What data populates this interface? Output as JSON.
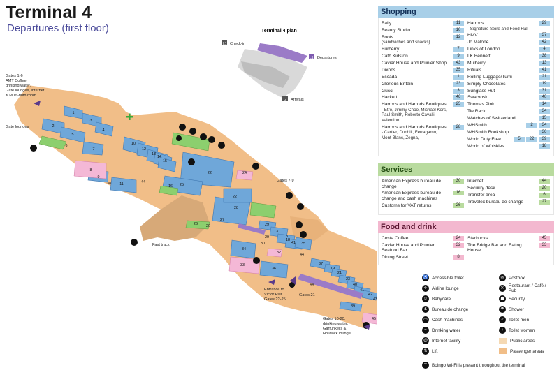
{
  "title": "Terminal 4",
  "subtitle": "Departures (first floor)",
  "plan": {
    "title": "Terminal 4 plan",
    "checkin": "Check-in",
    "departures": "Departures",
    "arrivals": "Arrivals",
    "l1": "L1",
    "l2": "L1",
    "g": "G"
  },
  "labels": {
    "gates16": "Gates 1-6\nAMT Coffee,\ndrinking water,\nGate lounges, Internet\n& Multi-faith room",
    "gatelounges": "Gate lounges",
    "gates79": "Gates 7-9",
    "fasttrack": "Fast track",
    "entrance": "Entrance to\nVictor Pier\nGates 22-25",
    "gates21": "Gates 21",
    "gates1020": "Gates 10-20,\ndrinking water,\nGarfunkel's &\nHolidack lounge"
  },
  "shopping": {
    "title": "Shopping",
    "left": [
      {
        "name": "Bally",
        "badges": [
          "11"
        ]
      },
      {
        "name": "Beauty Studio",
        "badges": [
          "10"
        ]
      },
      {
        "name": "Boots",
        "sub": "(sandwiches and snacks)",
        "badges": [
          "12"
        ]
      },
      {
        "name": "Burberry",
        "badges": [
          "7"
        ]
      },
      {
        "name": "Cath Kidston",
        "badges": [
          "9"
        ]
      },
      {
        "name": "Caviar House and Prunier Shop",
        "badges": [
          "43"
        ]
      },
      {
        "name": "Dixons",
        "badges": [
          "35"
        ]
      },
      {
        "name": "Escada",
        "badges": [
          "1"
        ]
      },
      {
        "name": "Glorious Britain",
        "badges": [
          "23"
        ]
      },
      {
        "name": "Gucci",
        "badges": [
          "3"
        ]
      },
      {
        "name": "Hackett",
        "badges": [
          "46"
        ]
      },
      {
        "name": "Harrods and Harrods Boutiques",
        "sub": "- Etro, Jimmy Choo, Michael Kors, Paul Smith, Roberto Cavalli, Valentino",
        "badges": [
          "25"
        ]
      },
      {
        "name": "Harrods and Harrods Boutiques",
        "sub": "- Cartier, Dunhill, Ferragamo, Mont Blanc, Zegna,",
        "badges": [
          "28"
        ]
      }
    ],
    "right": [
      {
        "name": "Harrods",
        "sub": "- Signature Store and Food Hall",
        "badges": [
          "29"
        ]
      },
      {
        "name": "HMV",
        "badges": [
          "37"
        ]
      },
      {
        "name": "Jo Malone",
        "badges": [
          "42"
        ]
      },
      {
        "name": "Links of London",
        "badges": [
          "4"
        ]
      },
      {
        "name": "LK Bennett",
        "badges": [
          "38"
        ]
      },
      {
        "name": "Mulberry",
        "badges": [
          "13"
        ]
      },
      {
        "name": "Rituals",
        "badges": [
          "41"
        ]
      },
      {
        "name": "Rolling Luggage/Tumi",
        "badges": [
          "21"
        ]
      },
      {
        "name": "Simply Chocolates",
        "badges": [
          "19"
        ]
      },
      {
        "name": "Sunglass Hut",
        "badges": [
          "31"
        ]
      },
      {
        "name": "Swarvoski",
        "badges": [
          "40"
        ]
      },
      {
        "name": "Thomas Pink",
        "badges": [
          "14"
        ]
      },
      {
        "name": "Tie Rack",
        "badges": [
          "34"
        ]
      },
      {
        "name": "Watches of Switzerland",
        "badges": [
          "15"
        ]
      },
      {
        "name": "WHSmith",
        "badges": [
          "2",
          "34"
        ]
      },
      {
        "name": "WHSmith Bookshop",
        "badges": [
          "36"
        ]
      },
      {
        "name": "World Duty Free",
        "badges": [
          "5",
          "22",
          "39"
        ]
      },
      {
        "name": "World of Whiskies",
        "badges": [
          "18"
        ]
      }
    ]
  },
  "services": {
    "title": "Services",
    "left": [
      {
        "name": "American Express bureau de change",
        "badges": [
          "30"
        ]
      },
      {
        "name": "American Express bureau de change and cash machines",
        "badges": [
          "16"
        ]
      },
      {
        "name": "Customs for VAT returns",
        "badges": [
          "26"
        ]
      }
    ],
    "right": [
      {
        "name": "Internet",
        "badges": [
          "44"
        ]
      },
      {
        "name": "Security desk",
        "badges": [
          "20"
        ]
      },
      {
        "name": "Transfer area",
        "badges": [
          "6"
        ]
      },
      {
        "name": "Travelex bureau de change",
        "badges": [
          "27"
        ]
      }
    ]
  },
  "food": {
    "title": "Food and drink",
    "left": [
      {
        "name": "Costa Coffee",
        "badges": [
          "24"
        ]
      },
      {
        "name": "Caviar House and Prunier Seafood Bar",
        "badges": [
          "32"
        ]
      },
      {
        "name": "Dining Street",
        "badges": [
          "8"
        ]
      }
    ],
    "right": [
      {
        "name": "Starbucks",
        "badges": [
          "45"
        ]
      },
      {
        "name": "The Bridge Bar and Eating House",
        "badges": [
          "33"
        ]
      }
    ]
  },
  "legend": {
    "left": [
      {
        "label": "Accessible toilet",
        "icon": "wheelchair-icon",
        "glyph": "♿"
      },
      {
        "label": "Airline lounge",
        "icon": "lounge-icon",
        "glyph": "✈"
      },
      {
        "label": "Babycare",
        "icon": "baby-icon",
        "glyph": "☺"
      },
      {
        "label": "Bureau de change",
        "icon": "currency-icon",
        "glyph": "£"
      },
      {
        "label": "Cash machines",
        "icon": "cash-icon",
        "glyph": "▭"
      },
      {
        "label": "Drinking water",
        "icon": "water-icon",
        "glyph": "≈"
      },
      {
        "label": "Internet facility",
        "icon": "internet-icon",
        "glyph": "@"
      },
      {
        "label": "Lift",
        "icon": "lift-icon",
        "glyph": "⇅"
      }
    ],
    "right": [
      {
        "label": "Postbox",
        "icon": "postbox-icon",
        "glyph": "✉"
      },
      {
        "label": "Restaurant / Café / Pub",
        "icon": "restaurant-icon",
        "glyph": "✕"
      },
      {
        "label": "Security",
        "icon": "security-icon",
        "glyph": "☗"
      },
      {
        "label": "Shower",
        "icon": "shower-icon",
        "glyph": "☂"
      },
      {
        "label": "Toilet men",
        "icon": "toilet-men-icon",
        "glyph": "♂"
      },
      {
        "label": "Toilet women",
        "icon": "toilet-women-icon",
        "glyph": "♀"
      },
      {
        "label": "Public areas",
        "swatch": "#f5d9b3"
      },
      {
        "label": "Passenger areas",
        "swatch": "#f1be88"
      }
    ],
    "wifi": "Boingo Wi-Fi is present throughout the terminal"
  },
  "colors": {
    "shopping": "#a8cfe8",
    "services": "#b9db9f",
    "food": "#f3b8cf",
    "passenger": "#f1be88",
    "public": "#f5d9b3",
    "store": "#6fa7d9",
    "green": "#8ccf6e",
    "pink": "#f4b8d6"
  }
}
